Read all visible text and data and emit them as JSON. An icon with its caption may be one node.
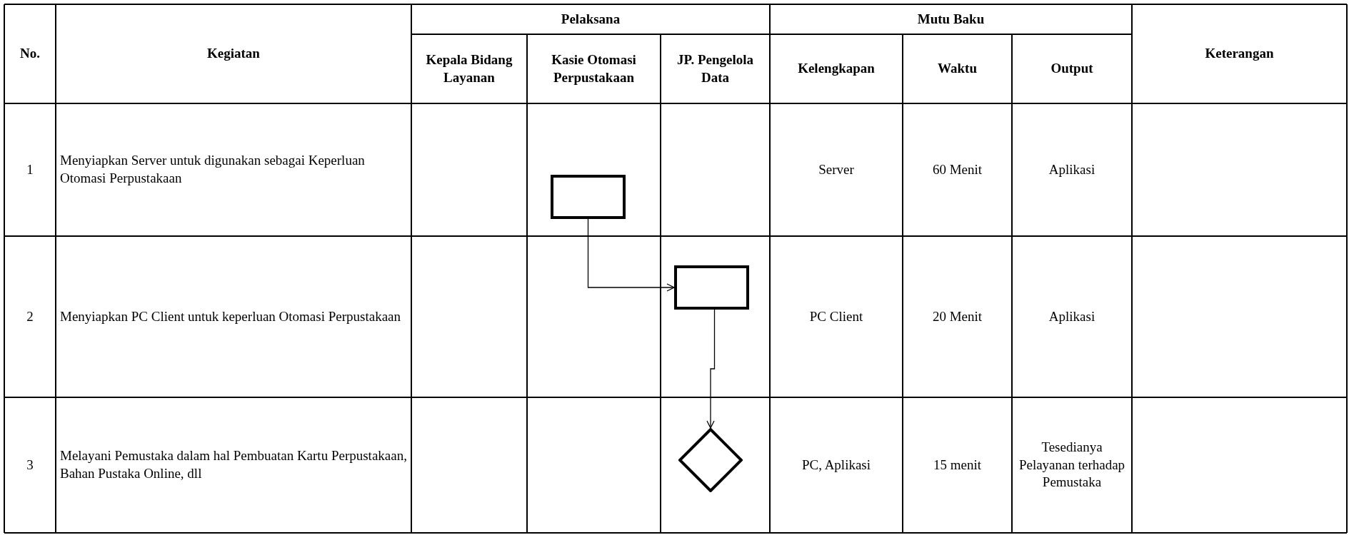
{
  "diagram": {
    "nodes": [
      {
        "text": [],
        "shape": "box"
      },
      {
        "text": [],
        "shape": "box"
      },
      {
        "text": [],
        "shape": "diamond"
      }
    ],
    "edges": [
      {
        "from": 0,
        "to": 1,
        "arrow": "to"
      },
      {
        "from": 1,
        "to": 2,
        "arrow": "to"
      }
    ],
    "labels": [
      "No.",
      "Kegiatan",
      "Pelaksana",
      "Mutu Baku",
      "Keterangan",
      "Kepala Bidang Layanan",
      "Kasie Otomasi Perpustakaan",
      "JP. Pengelola Data",
      "Kelengkapan",
      "Waktu",
      "Output",
      "1",
      "Menyiapkan Server untuk digunakan sebagai Keperluan Otomasi Perpustakaan",
      "Server",
      "60 Menit",
      "Aplikasi",
      "2",
      "Menyiapkan PC Client untuk keperluan Otomasi Perpustakaan",
      "PC Client",
      "20 Menit",
      "Aplikasi",
      "3",
      "Melayani Pemustaka dalam hal Pembuatan Kartu Perpustakaan, Bahan Pustaka Online, dll",
      "PC, Aplikasi",
      "15 menit",
      "Tesedianya Pelayanan terhadap Pemustaka"
    ]
  }
}
